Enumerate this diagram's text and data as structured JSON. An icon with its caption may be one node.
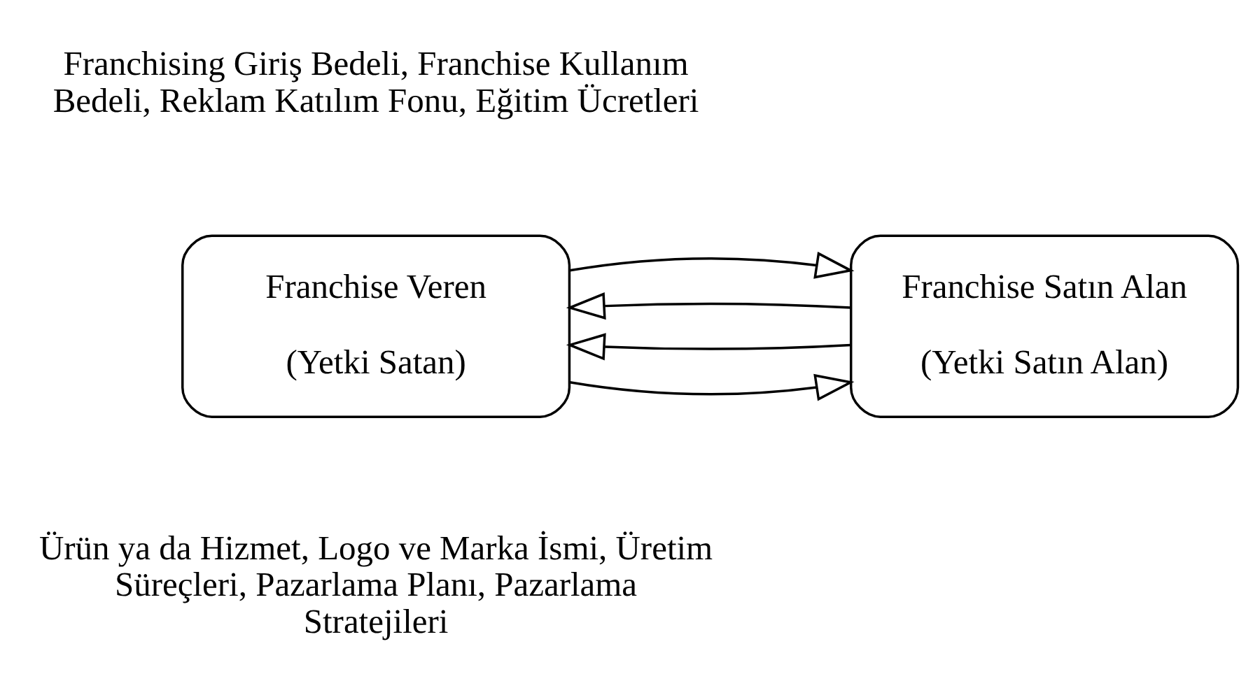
{
  "diagram": {
    "nodes": [
      {
        "text": [
          "Franchise Veren",
          "(Yetki Satan)"
        ]
      },
      {
        "text": [
          "Franchise Satın Alan",
          "(Yetki Satın Alan)"
        ]
      }
    ],
    "edges": [
      {
        "from": 0,
        "to": 1,
        "arrow": "to"
      },
      {
        "from": 1,
        "to": 0,
        "arrow": "to"
      },
      {
        "from": 1,
        "to": 0,
        "arrow": "to"
      },
      {
        "from": 0,
        "to": 1,
        "arrow": "to"
      }
    ],
    "labels": [
      "Franchising Giriş Bedeli, Franchise Kullanım Bedeli, Reklam Katılım Fonu, Eğitim Ücretleri",
      "Ürün ya da Hizmet, Logo ve Marka İsmi, Üretim Süreçleri, Pazarlama Planı, Pazarlama Stratejileri"
    ]
  }
}
